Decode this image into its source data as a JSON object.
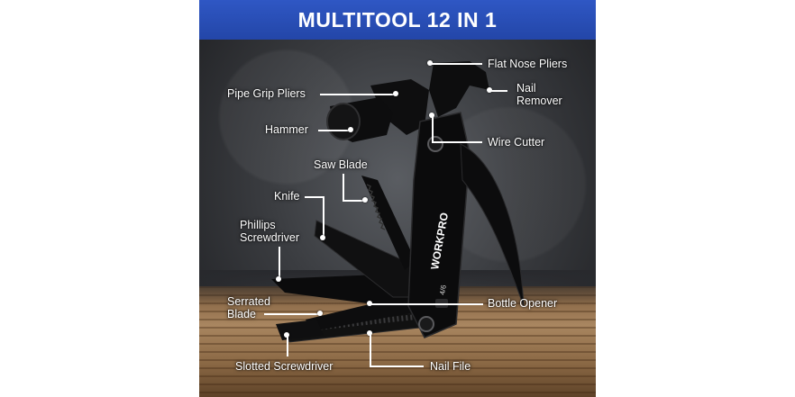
{
  "banner": {
    "title": "MULTITOOL 12 IN 1"
  },
  "brand": {
    "logo_text": "WORKPRO",
    "model_text": "4/6"
  },
  "labels": {
    "flat_nose_pliers": "Flat Nose Pliers",
    "nail_remover": [
      "Nail",
      "Remover"
    ],
    "pipe_grip_pliers": "Pipe Grip Pliers",
    "hammer": "Hammer",
    "wire_cutter": "Wire Cutter",
    "saw_blade": "Saw Blade",
    "knife": "Knife",
    "phillips_screwdriver": [
      "Phillips",
      "Screwdriver"
    ],
    "serrated_blade": [
      "Serrated",
      "Blade"
    ],
    "bottle_opener": "Bottle Opener",
    "slotted_screwdriver": "Slotted Screwdriver",
    "nail_file": "Nail File"
  },
  "colors": {
    "banner": "#2346a8",
    "tool": "#0c0c0d",
    "label": "#ffffff"
  }
}
